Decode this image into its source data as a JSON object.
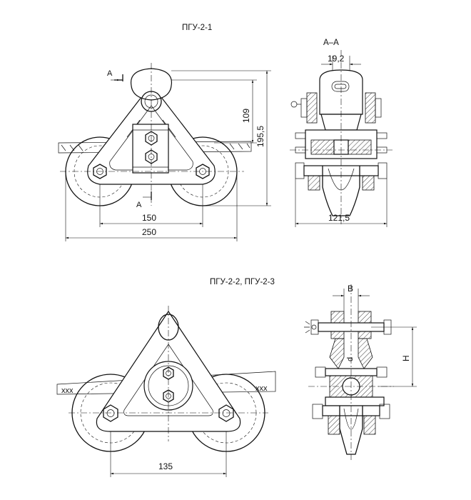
{
  "titles": {
    "top": "ПГУ-2-1",
    "bottom": "ПГУ-2-2, ПГУ-2-3",
    "section": "А–А"
  },
  "dimensions": {
    "width_150": "150",
    "width_250": "250",
    "height_109": "109",
    "height_195": "195,5",
    "width_19": "19,2",
    "width_121": "121,5",
    "width_135": "135",
    "label_b": "B",
    "label_h": "H",
    "label_d": "d"
  },
  "section_marks": {
    "a_top": "А",
    "a_bottom": "А"
  },
  "rail_marks": {
    "left": "xxx",
    "right": "xxx"
  }
}
